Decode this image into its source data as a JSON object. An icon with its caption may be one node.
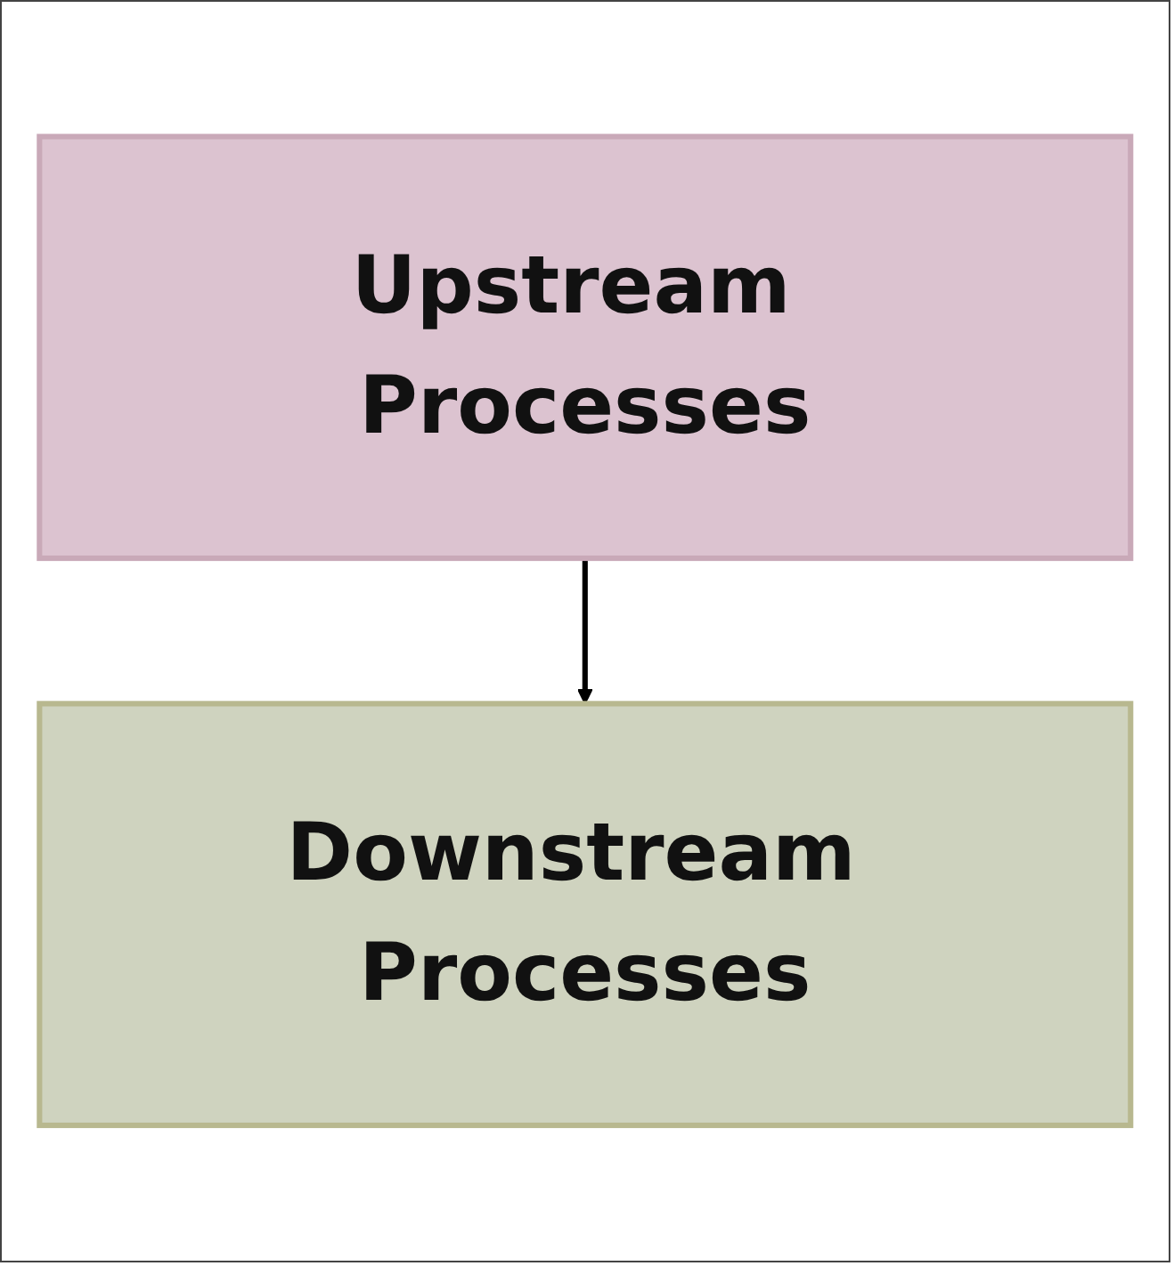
{
  "diagram": {
    "nodes": [
      {
        "text": [
          "Upstream Processes"
        ]
      },
      {
        "text": [
          "Downstream Processes"
        ]
      }
    ],
    "edges": [
      {
        "from": 0,
        "to": 1,
        "arrow": "to"
      }
    ]
  }
}
